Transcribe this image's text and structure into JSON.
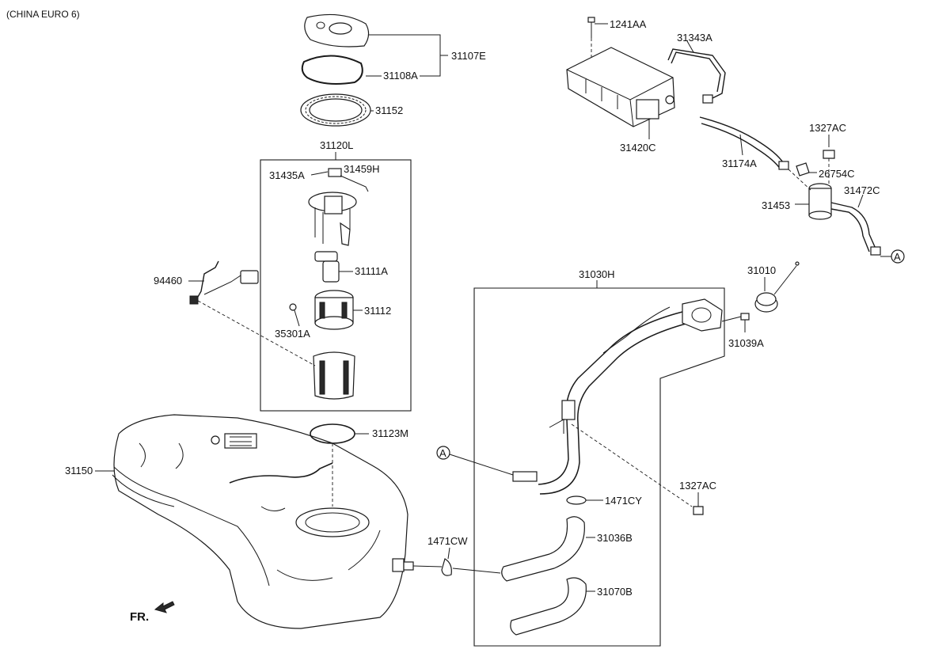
{
  "header": {
    "variant": "(CHINA EURO 6)"
  },
  "callouts": {
    "p31107E": "31107E",
    "p31108A": "31108A",
    "p31152": "31152",
    "p31120L": "31120L",
    "p31435A": "31435A",
    "p31459H": "31459H",
    "p31111A": "31111A",
    "p31112": "31112",
    "p35301A": "35301A",
    "p94460": "94460",
    "p31150": "31150",
    "p31123M": "31123M",
    "p1241AA": "1241AA",
    "p31343A": "31343A",
    "p31420C": "31420C",
    "p31174A": "31174A",
    "p1327AC_top": "1327AC",
    "p26754C": "26754C",
    "p31472C": "31472C",
    "p31453": "31453",
    "p31030H": "31030H",
    "p31010": "31010",
    "p31039A": "31039A",
    "p1327AC_mid": "1327AC",
    "p1471CY": "1471CY",
    "p31036B": "31036B",
    "p1471CW": "1471CW",
    "p31070B": "31070B"
  },
  "markers": {
    "ref_a_right": "A",
    "ref_a_left": "A"
  },
  "direction": {
    "front": "FR."
  }
}
